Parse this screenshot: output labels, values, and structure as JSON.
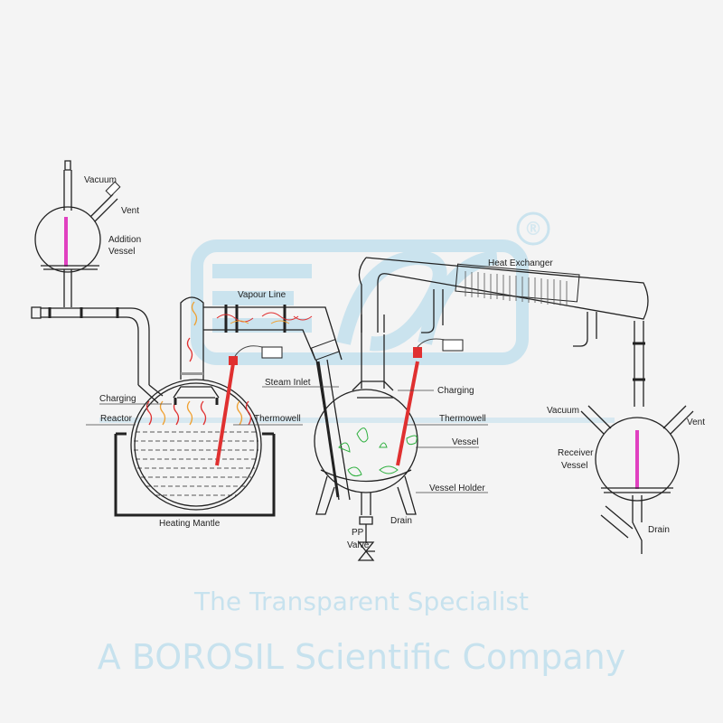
{
  "watermark": {
    "logo_text": "esco",
    "registered": "®",
    "tagline": "The Transparent Specialist",
    "company": "A BOROSIL Scientific Company"
  },
  "labels": {
    "addition_vacuum": "Vacuum",
    "addition_vent": "Vent",
    "addition_vessel_1": "Addition",
    "addition_vessel_2": "Vessel",
    "vapour_line": "Vapour Line",
    "heat_exchanger": "Heat Exchanger",
    "reactor_charging": "Charging",
    "reactor": "Reactor",
    "reactor_thermowell": "Thermowell",
    "heating_mantle": "Heating Mantle",
    "steam_inlet": "Steam Inlet",
    "vessel_charging": "Charging",
    "vessel_thermowell": "Thermowell",
    "vessel": "Vessel",
    "vessel_holder": "Vessel Holder",
    "vessel_drain": "Drain",
    "pp_valve_1": "PP",
    "pp_valve_2": "Valve",
    "receiver_vacuum": "Vacuum",
    "receiver_vent": "Vent",
    "receiver_vessel_1": "Receiver",
    "receiver_vessel_2": "Vessel",
    "receiver_drain": "Drain"
  },
  "colors": {
    "scale": "#e040c0",
    "thermowell": "#e03030",
    "vapour_red": "#e03030",
    "vapour_orange": "#f0a030",
    "leaf": "#30b040",
    "watermark": "#b9dcec"
  }
}
